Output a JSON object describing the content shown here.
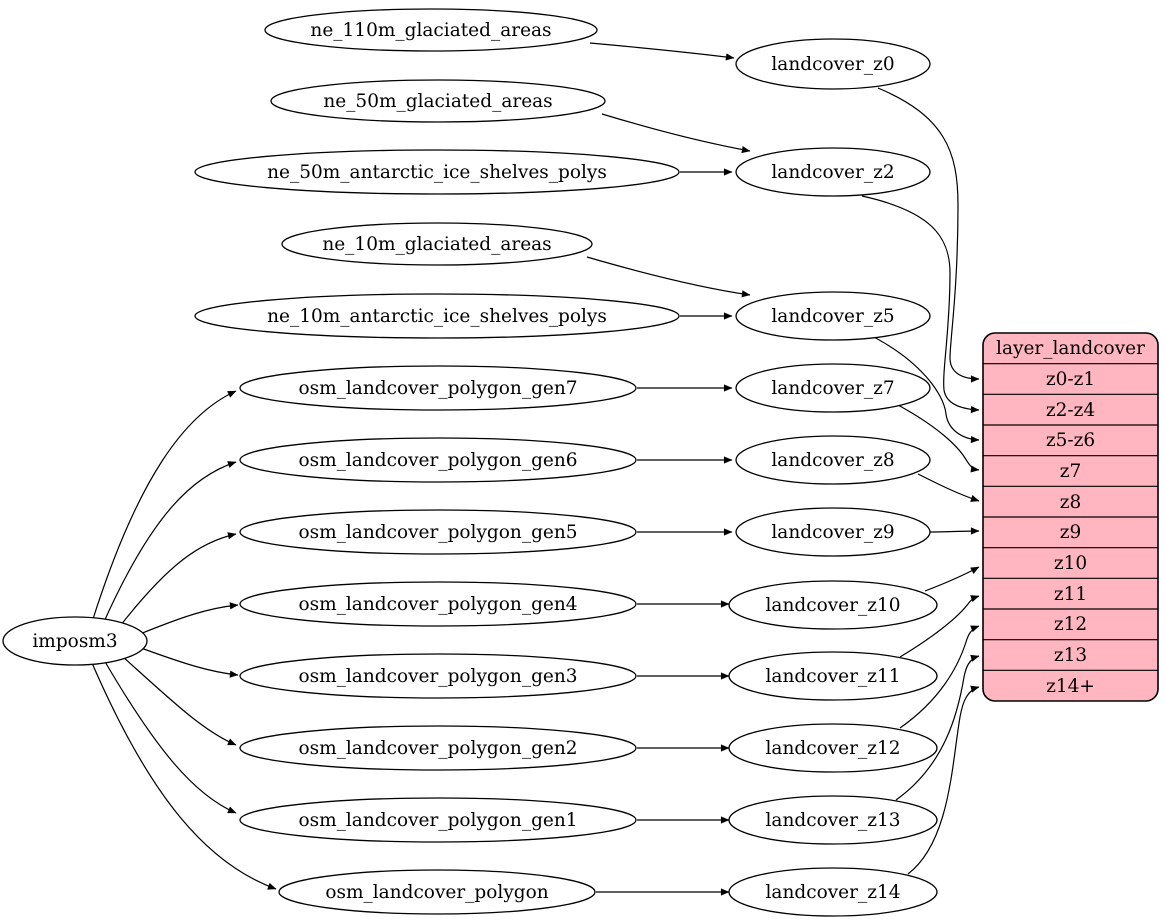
{
  "diagram": {
    "background_color": "#ffffff",
    "node_fill": "#ffffff",
    "edge_color": "#000000"
  },
  "nodes": {
    "imposm3": "imposm3",
    "ne_110m_glaciated_areas": "ne_110m_glaciated_areas",
    "ne_50m_glaciated_areas": "ne_50m_glaciated_areas",
    "ne_50m_antarctic_ice_shelves_polys": "ne_50m_antarctic_ice_shelves_polys",
    "ne_10m_glaciated_areas": "ne_10m_glaciated_areas",
    "ne_10m_antarctic_ice_shelves_polys": "ne_10m_antarctic_ice_shelves_polys",
    "osm_landcover_polygon_gen7": "osm_landcover_polygon_gen7",
    "osm_landcover_polygon_gen6": "osm_landcover_polygon_gen6",
    "osm_landcover_polygon_gen5": "osm_landcover_polygon_gen5",
    "osm_landcover_polygon_gen4": "osm_landcover_polygon_gen4",
    "osm_landcover_polygon_gen3": "osm_landcover_polygon_gen3",
    "osm_landcover_polygon_gen2": "osm_landcover_polygon_gen2",
    "osm_landcover_polygon_gen1": "osm_landcover_polygon_gen1",
    "osm_landcover_polygon": "osm_landcover_polygon",
    "landcover_z0": "landcover_z0",
    "landcover_z2": "landcover_z2",
    "landcover_z5": "landcover_z5",
    "landcover_z7": "landcover_z7",
    "landcover_z8": "landcover_z8",
    "landcover_z9": "landcover_z9",
    "landcover_z10": "landcover_z10",
    "landcover_z11": "landcover_z11",
    "landcover_z12": "landcover_z12",
    "landcover_z13": "landcover_z13",
    "landcover_z14": "landcover_z14"
  },
  "table": {
    "title": "layer_landcover",
    "fill": "#ffb6c1",
    "rows": [
      "z0-z1",
      "z2-z4",
      "z5-z6",
      "z7",
      "z8",
      "z9",
      "z10",
      "z11",
      "z12",
      "z13",
      "z14+"
    ]
  },
  "edges": [
    {
      "from": "imposm3",
      "to": "osm_landcover_polygon_gen7"
    },
    {
      "from": "imposm3",
      "to": "osm_landcover_polygon_gen6"
    },
    {
      "from": "imposm3",
      "to": "osm_landcover_polygon_gen5"
    },
    {
      "from": "imposm3",
      "to": "osm_landcover_polygon_gen4"
    },
    {
      "from": "imposm3",
      "to": "osm_landcover_polygon_gen3"
    },
    {
      "from": "imposm3",
      "to": "osm_landcover_polygon_gen2"
    },
    {
      "from": "imposm3",
      "to": "osm_landcover_polygon_gen1"
    },
    {
      "from": "imposm3",
      "to": "osm_landcover_polygon"
    },
    {
      "from": "ne_110m_glaciated_areas",
      "to": "landcover_z0"
    },
    {
      "from": "ne_50m_glaciated_areas",
      "to": "landcover_z2"
    },
    {
      "from": "ne_50m_antarctic_ice_shelves_polys",
      "to": "landcover_z2"
    },
    {
      "from": "ne_10m_glaciated_areas",
      "to": "landcover_z5"
    },
    {
      "from": "ne_10m_antarctic_ice_shelves_polys",
      "to": "landcover_z5"
    },
    {
      "from": "osm_landcover_polygon_gen7",
      "to": "landcover_z7"
    },
    {
      "from": "osm_landcover_polygon_gen6",
      "to": "landcover_z8"
    },
    {
      "from": "osm_landcover_polygon_gen5",
      "to": "landcover_z9"
    },
    {
      "from": "osm_landcover_polygon_gen4",
      "to": "landcover_z10"
    },
    {
      "from": "osm_landcover_polygon_gen3",
      "to": "landcover_z11"
    },
    {
      "from": "osm_landcover_polygon_gen2",
      "to": "landcover_z12"
    },
    {
      "from": "osm_landcover_polygon_gen1",
      "to": "landcover_z13"
    },
    {
      "from": "osm_landcover_polygon",
      "to": "landcover_z14"
    },
    {
      "from": "landcover_z0",
      "to": "layer_landcover.z0-z1"
    },
    {
      "from": "landcover_z2",
      "to": "layer_landcover.z2-z4"
    },
    {
      "from": "landcover_z5",
      "to": "layer_landcover.z5-z6"
    },
    {
      "from": "landcover_z7",
      "to": "layer_landcover.z7"
    },
    {
      "from": "landcover_z8",
      "to": "layer_landcover.z8"
    },
    {
      "from": "landcover_z9",
      "to": "layer_landcover.z9"
    },
    {
      "from": "landcover_z10",
      "to": "layer_landcover.z10"
    },
    {
      "from": "landcover_z11",
      "to": "layer_landcover.z11"
    },
    {
      "from": "landcover_z12",
      "to": "layer_landcover.z12"
    },
    {
      "from": "landcover_z13",
      "to": "layer_landcover.z13"
    },
    {
      "from": "landcover_z14",
      "to": "layer_landcover.z14+"
    }
  ]
}
